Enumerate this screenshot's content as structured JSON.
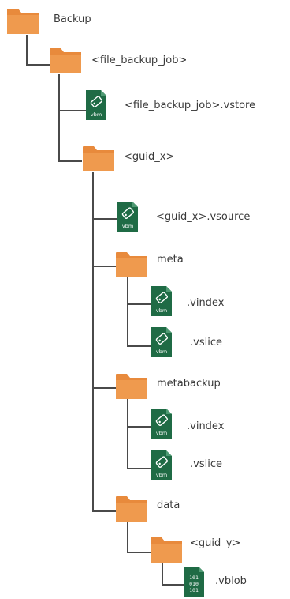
{
  "tree": {
    "root": {
      "label": "Backup",
      "type": "folder"
    },
    "job": {
      "label": "<file_backup_job>",
      "type": "folder"
    },
    "job_vstore": {
      "label": "<file_backup_job>.vstore",
      "type": "file",
      "badge": "vbm"
    },
    "guid_x": {
      "label": "<guid_x>",
      "type": "folder"
    },
    "guid_x_vsource": {
      "label": "<guid_x>.vsource",
      "type": "file",
      "badge": "vbm"
    },
    "meta": {
      "label": "meta",
      "type": "folder"
    },
    "meta_vindex": {
      "label": ".vindex",
      "type": "file",
      "badge": "vbm"
    },
    "meta_vslice": {
      "label": ".vslice",
      "type": "file",
      "badge": "vbm"
    },
    "metabackup": {
      "label": "metabackup",
      "type": "folder"
    },
    "metabackup_vindex": {
      "label": ".vindex",
      "type": "file",
      "badge": "vbm"
    },
    "metabackup_vslice": {
      "label": ".vslice",
      "type": "file",
      "badge": "vbm"
    },
    "data": {
      "label": "data",
      "type": "folder"
    },
    "guid_y": {
      "label": "<guid_y>",
      "type": "folder"
    },
    "vblob": {
      "label": ".vblob",
      "type": "blob",
      "badge_lines": [
        "101",
        "010",
        "101"
      ]
    }
  },
  "colors": {
    "folder": "#e88a3c",
    "file": "#1f6b45",
    "line": "#4a4a4a",
    "text": "#3a3a3a"
  }
}
